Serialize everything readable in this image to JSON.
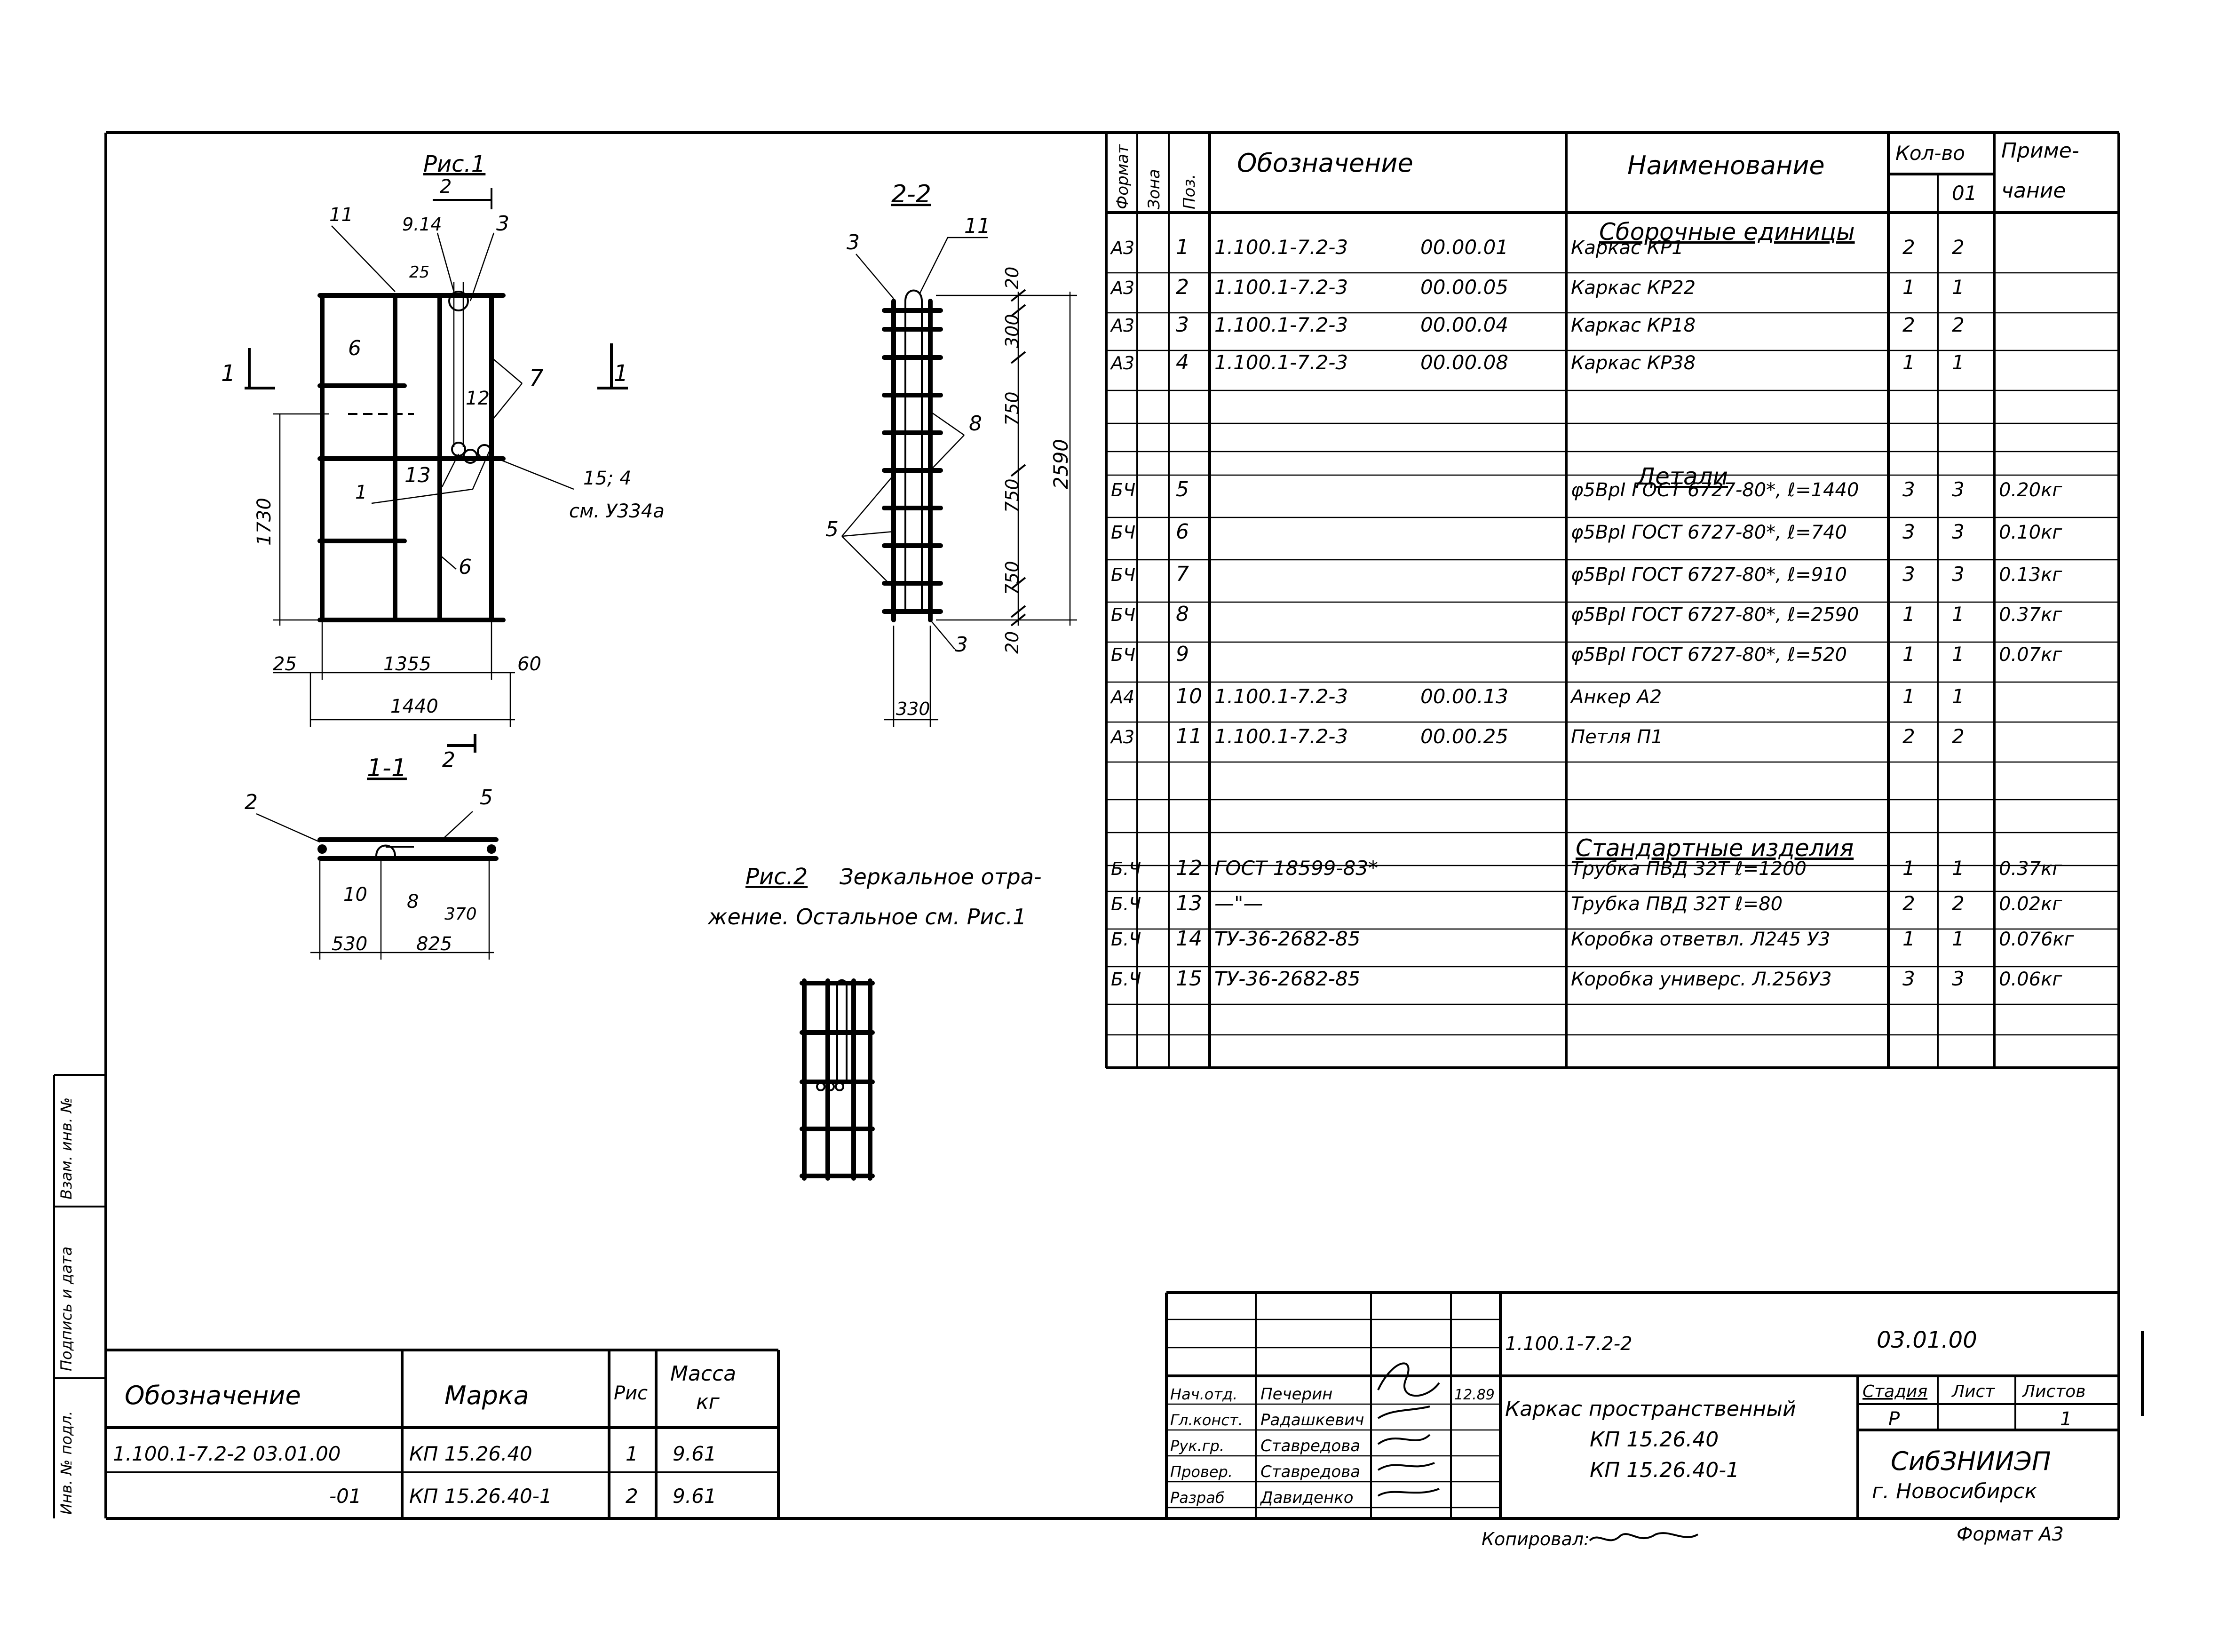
{
  "spec": {
    "headers": {
      "format": "Формат",
      "zone": "Зона",
      "pos": "Поз.",
      "designation": "Обозначение",
      "name": "Наименование",
      "qty": "Кол-во",
      "qty_variant": "01",
      "note_1": "Приме-",
      "note_2": "чание"
    },
    "sections": {
      "assemblies": "Сборочные единицы",
      "details": "Детали",
      "standard": "Стандартные изделия"
    },
    "rows": [
      {
        "format": "А3",
        "pos": "1",
        "designation": "1.100.1-7.2-3",
        "code": "00.00.01",
        "name": "Каркас КР1",
        "q": "2",
        "q1": "2",
        "note": ""
      },
      {
        "format": "А3",
        "pos": "2",
        "designation": "1.100.1-7.2-3",
        "code": "00.00.05",
        "name": "Каркас КР22",
        "q": "1",
        "q1": "1",
        "note": ""
      },
      {
        "format": "А3",
        "pos": "3",
        "designation": "1.100.1-7.2-3",
        "code": "00.00.04",
        "name": "Каркас КР18",
        "q": "2",
        "q1": "2",
        "note": ""
      },
      {
        "format": "А3",
        "pos": "4",
        "designation": "1.100.1-7.2-3",
        "code": "00.00.08",
        "name": "Каркас КР38",
        "q": "1",
        "q1": "1",
        "note": ""
      },
      {
        "format": "БЧ",
        "pos": "5",
        "designation": "",
        "code": "",
        "name": "φ5ВрI ГОСТ 6727-80*, ℓ=1440",
        "q": "3",
        "q1": "3",
        "note": "0.20кг"
      },
      {
        "format": "БЧ",
        "pos": "6",
        "designation": "",
        "code": "",
        "name": "φ5ВрI ГОСТ 6727-80*, ℓ=740",
        "q": "3",
        "q1": "3",
        "note": "0.10кг"
      },
      {
        "format": "БЧ",
        "pos": "7",
        "designation": "",
        "code": "",
        "name": "φ5ВрI ГОСТ 6727-80*, ℓ=910",
        "q": "3",
        "q1": "3",
        "note": "0.13кг"
      },
      {
        "format": "БЧ",
        "pos": "8",
        "designation": "",
        "code": "",
        "name": "φ5ВрI ГОСТ 6727-80*, ℓ=2590",
        "q": "1",
        "q1": "1",
        "note": "0.37кг"
      },
      {
        "format": "БЧ",
        "pos": "9",
        "designation": "",
        "code": "",
        "name": "φ5ВрI ГОСТ 6727-80*, ℓ=520",
        "q": "1",
        "q1": "1",
        "note": "0.07кг"
      },
      {
        "format": "А4",
        "pos": "10",
        "designation": "1.100.1-7.2-3",
        "code": "00.00.13",
        "name": "Анкер А2",
        "q": "1",
        "q1": "1",
        "note": ""
      },
      {
        "format": "А3",
        "pos": "11",
        "designation": "1.100.1-7.2-3",
        "code": "00.00.25",
        "name": "Петля П1",
        "q": "2",
        "q1": "2",
        "note": ""
      },
      {
        "format": "Б.Ч",
        "pos": "12",
        "designation": "ГОСТ 18599-83*",
        "code": "",
        "name": "Трубка ПВД 32Т ℓ=1200",
        "q": "1",
        "q1": "1",
        "note": "0.37кг"
      },
      {
        "format": "Б.Ч",
        "pos": "13",
        "designation": "—\"—",
        "code": "",
        "name": "Трубка ПВД 32Т ℓ=80",
        "q": "2",
        "q1": "2",
        "note": "0.02кг"
      },
      {
        "format": "Б.Ч",
        "pos": "14",
        "designation": "ТУ-36-2682-85",
        "code": "",
        "name": "Коробка ответвл. Л245 У3",
        "q": "1",
        "q1": "1",
        "note": "0.076кг"
      },
      {
        "format": "Б.Ч",
        "pos": "15",
        "designation": "ТУ-36-2682-85",
        "code": "",
        "name": "Коробка универс. Л.256У3",
        "q": "3",
        "q1": "3",
        "note": "0.06кг"
      }
    ]
  },
  "drawing1": {
    "title": "Рис.1",
    "cut_2": "2",
    "cut_1": "1",
    "labels": [
      "11",
      "9.14",
      "3",
      "25",
      "6",
      "7",
      "12",
      "13",
      "1",
      "6"
    ],
    "note_15": "15; 4",
    "note_ref": "см. У334а",
    "dim_1730": "1730",
    "dim_25": "25",
    "dim_1355": "1355",
    "dim_60": "60",
    "dim_1440": "1440"
  },
  "section11": {
    "title": "1-1",
    "cut": "2",
    "labels": [
      "2",
      "5",
      "10",
      "8",
      "370"
    ],
    "dim_530": "530",
    "dim_825": "825"
  },
  "section22": {
    "title": "2-2",
    "labels": [
      "3",
      "11",
      "8",
      "5",
      "3"
    ],
    "dims": [
      "20",
      "300",
      "750",
      "750",
      "750",
      "20"
    ],
    "dim_total": "2590",
    "dim_330": "330"
  },
  "figure2": {
    "title": "Рис.2",
    "caption_1": "Зеркальное отра-",
    "caption_2": "жение. Остальное см. Рис.1"
  },
  "mark_table": {
    "h_designation": "Обозначение",
    "h_mark": "Марка",
    "h_fig": "Рис",
    "h_mass_1": "Масса",
    "h_mass_2": "кг",
    "rows": [
      {
        "designation": "1.100.1-7.2-2 03.01.00",
        "mark": "КП 15.26.40",
        "fig": "1",
        "mass": "9.61"
      },
      {
        "designation": "-01",
        "mark": "КП 15.26.40-1",
        "fig": "2",
        "mass": "9.61"
      }
    ]
  },
  "side_stamp": {
    "inv_orig": "Инв. № подл.",
    "sign_date": "Подпись и дата",
    "inv_dup": "Взам. инв. №"
  },
  "title_block": {
    "doc_code": "1.100.1-7.2-2",
    "doc_num": "03.01.00",
    "roles": [
      {
        "role": "Нач.отд.",
        "name": "Печерин",
        "date": "12.89"
      },
      {
        "role": "Гл.конст.",
        "name": "Радашкевич",
        "date": ""
      },
      {
        "role": "Рук.гр.",
        "name": "Ставредова",
        "date": ""
      },
      {
        "role": "Провер.",
        "name": "Ставредова",
        "date": ""
      },
      {
        "role": "Разраб",
        "name": "Давиденко",
        "date": ""
      }
    ],
    "product_1": "Каркас пространственный",
    "product_2": "КП 15.26.40",
    "product_3": "КП 15.26.40-1",
    "h_stage": "Стадия",
    "h_sheet": "Лист",
    "h_sheets": "Листов",
    "stage": "Р",
    "sheets": "1",
    "org": "СибЗНИИЭП",
    "city": "г. Новосибирск"
  },
  "footer": {
    "copied": "Копировал:",
    "format": "Формат А3"
  }
}
